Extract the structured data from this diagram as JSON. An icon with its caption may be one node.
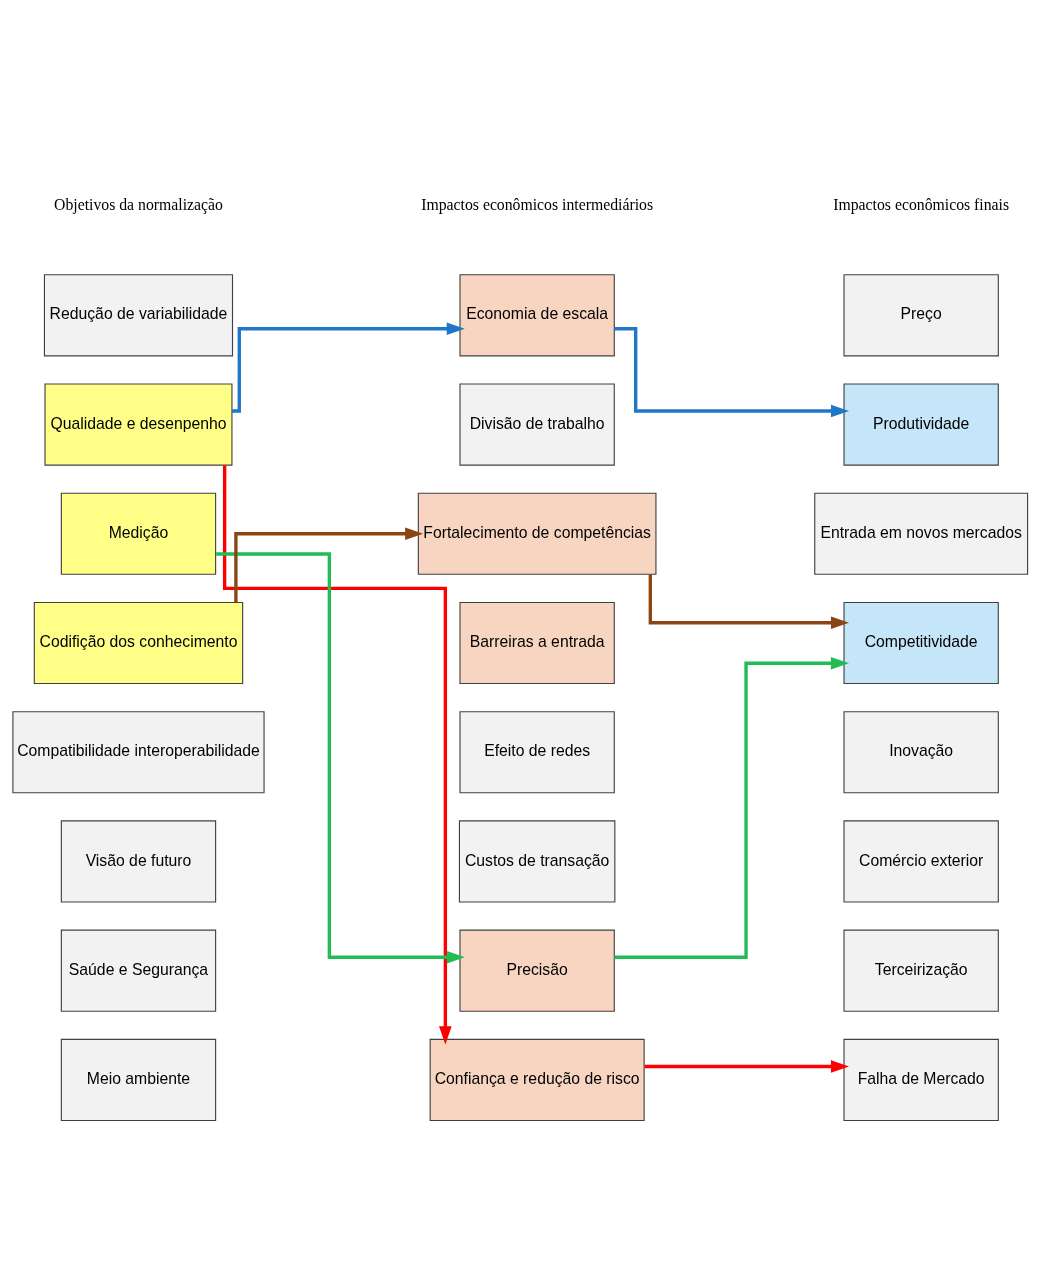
{
  "diagram": {
    "nodes": [
      {
        "text": [
          "Redução de variabilidade"
        ]
      },
      {
        "text": [
          "Qualidade e desenpenho"
        ]
      },
      {
        "text": [
          "Medição"
        ]
      },
      {
        "text": [
          "Codifição dos conhecimento"
        ]
      },
      {
        "text": [
          "Compatibilidade interoperabilidade"
        ]
      },
      {
        "text": [
          "Visão de futuro"
        ]
      },
      {
        "text": [
          "Saúde e Segurança"
        ]
      },
      {
        "text": [
          "Meio ambiente"
        ]
      },
      {
        "text": [
          "Economia de escala"
        ]
      },
      {
        "text": [
          "Divisão de trabalho"
        ]
      },
      {
        "text": [
          "Fortalecimento de competências"
        ]
      },
      {
        "text": [
          "Barreiras a entrada"
        ]
      },
      {
        "text": [
          "Efeito de redes"
        ]
      },
      {
        "text": [
          "Custos de transação"
        ]
      },
      {
        "text": [
          "Precisão"
        ]
      },
      {
        "text": [
          "Confiança e redução de risco"
        ]
      },
      {
        "text": [
          "Preço"
        ]
      },
      {
        "text": [
          "Produtividade"
        ]
      },
      {
        "text": [
          "Entrada em novos mercados"
        ]
      },
      {
        "text": [
          "Competitividade"
        ]
      },
      {
        "text": [
          "Inovação"
        ]
      },
      {
        "text": [
          "Comércio exterior"
        ]
      },
      {
        "text": [
          "Terceirização"
        ]
      },
      {
        "text": [
          "Falha de Mercado"
        ]
      }
    ],
    "edges": [
      {
        "from": 1,
        "to": 8,
        "arrow": "to",
        "color": "#1f77c8"
      },
      {
        "from": 8,
        "to": 17,
        "arrow": "to",
        "color": "#1f77c8"
      },
      {
        "from": 1,
        "to": 15,
        "arrow": "to",
        "color": "#ff0000"
      },
      {
        "from": 15,
        "to": 23,
        "arrow": "to",
        "color": "#ff0000"
      },
      {
        "from": 2,
        "to": 14,
        "arrow": "to",
        "color": "#22bb55"
      },
      {
        "from": 14,
        "to": 19,
        "arrow": "to",
        "color": "#22bb55"
      },
      {
        "from": 3,
        "to": 10,
        "arrow": "to",
        "color": "#8b4513"
      },
      {
        "from": 10,
        "to": 19,
        "arrow": "to",
        "color": "#8b4513"
      }
    ],
    "labels": [
      "Objetivos da normalização",
      "Impactos econômicos intermediários",
      "Impactos econômicos finais"
    ]
  }
}
